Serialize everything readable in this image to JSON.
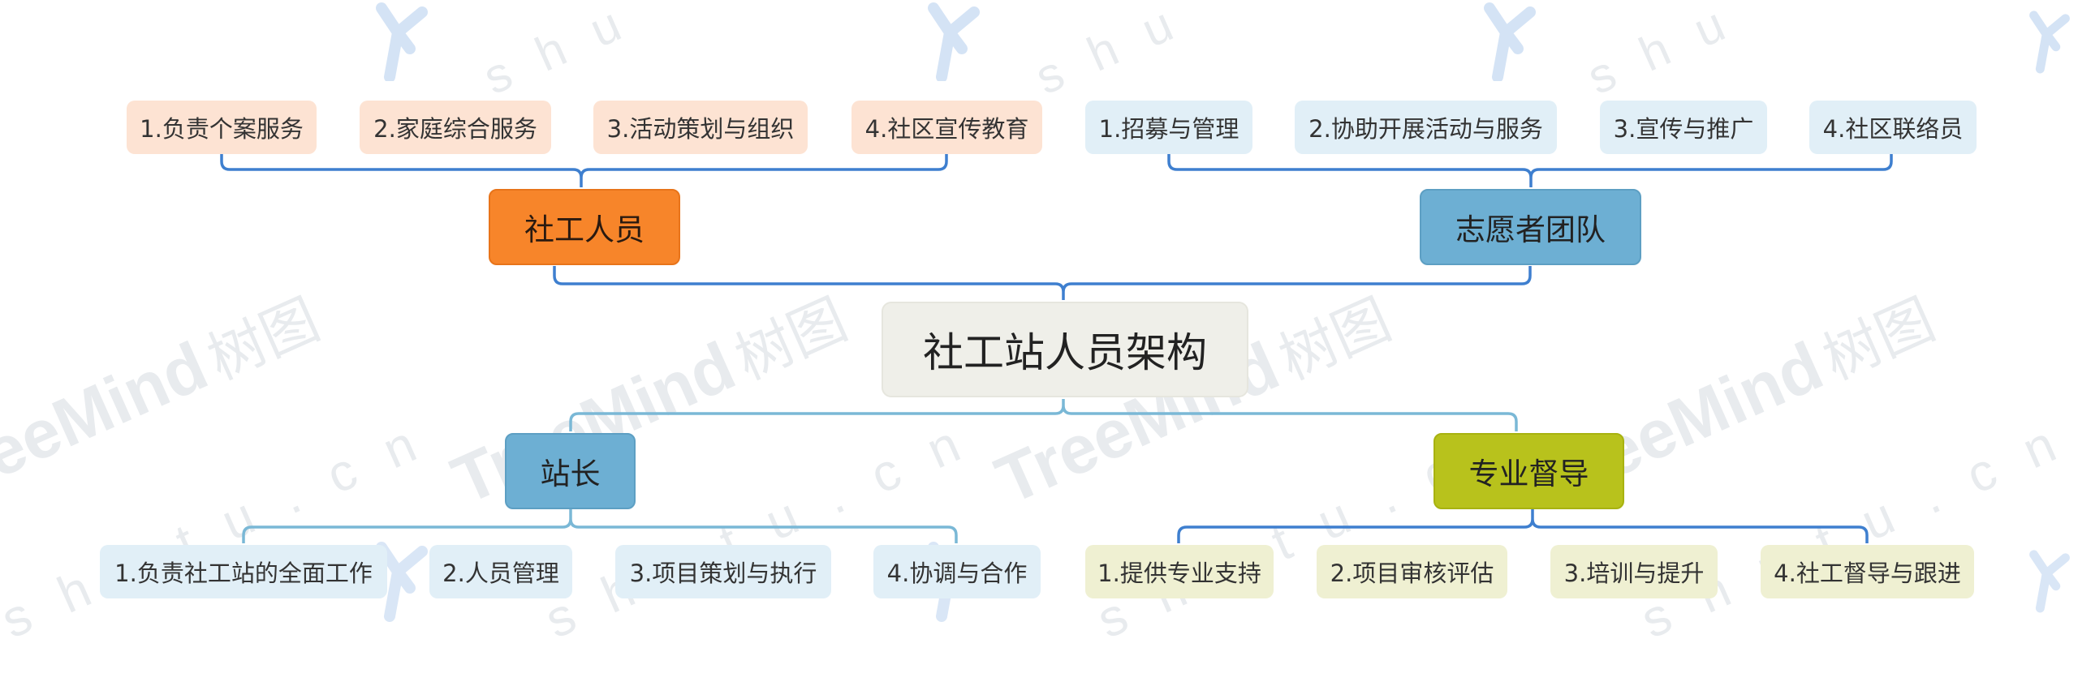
{
  "root": {
    "label": "社工站人员架构"
  },
  "branches": {
    "social_workers": {
      "label": "社工人员",
      "items": [
        "1.负责个案服务",
        "2.家庭综合服务",
        "3.活动策划与组织",
        "4.社区宣传教育"
      ]
    },
    "volunteers": {
      "label": "志愿者团队",
      "items": [
        "1.招募与管理",
        "2.协助开展活动与服务",
        "3.宣传与推广",
        "4.社区联络员"
      ]
    },
    "director": {
      "label": "站长",
      "items": [
        "1.负责社工站的全面工作",
        "2.人员管理",
        "3.项目策划与执行",
        "4.协调与合作"
      ]
    },
    "supervision": {
      "label": "专业督导",
      "items": [
        "1.提供专业支持",
        "2.项目审核评估",
        "3.培训与提升",
        "4.社工督导与跟进"
      ]
    }
  },
  "watermark": {
    "brand": "TreeMind",
    "brand_cn": "树图",
    "url": "shutu.cn",
    "url_top": "shu"
  },
  "colors": {
    "orange": "#f7852a",
    "sky_blue": "#6dafd3",
    "lime": "#b8c21c",
    "root_bg": "#efefe9",
    "connector_top": "#3e7fcf",
    "connector_bottom": "#7ab8d6"
  }
}
